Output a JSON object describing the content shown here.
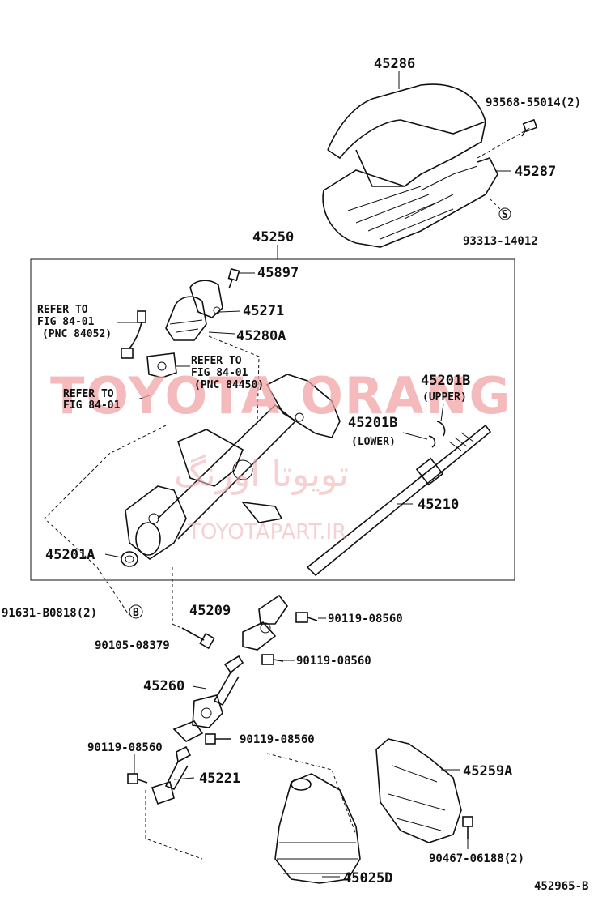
{
  "labels": {
    "p45286": "45286",
    "p93568": "93568-55014(2)",
    "p45287": "45287",
    "p93313": "93313-14012",
    "p45250": "45250",
    "p45897": "45897",
    "p45271": "45271",
    "p45280a": "45280A",
    "p45201b_upper": "45201B",
    "p45201b_upper_note": "(UPPER)",
    "p45201b_lower": "45201B",
    "p45201b_lower_note": "(LOWER)",
    "p45210": "45210",
    "p45201a": "45201A",
    "p91631": "91631-B0818(2)",
    "p45209": "45209",
    "p90119_a": "90119-08560",
    "p90105": "90105-08379",
    "p90119_b": "90119-08560",
    "p45260": "45260",
    "p90119_c": "90119-08560",
    "p90119_d": "90119-08560",
    "p45221": "45221",
    "p45259a": "45259A",
    "p90467": "90467-06188(2)",
    "p45025d": "45025D",
    "figure_code": "452965-B"
  },
  "refs": {
    "ref1_line1": "REFER TO",
    "ref1_line2": "FIG 84-01",
    "ref1_line3": "(PNC 84052)",
    "ref2_line1": "REFER TO",
    "ref2_line2": "FIG 84-01",
    "ref2_line3": "(PNC 84450)",
    "ref3_line1": "REFER TO",
    "ref3_line2": "FIG 84-01"
  },
  "markers": {
    "s_marker": "S",
    "b_marker": "B"
  },
  "watermark": {
    "main": "TOYOTA ORANG",
    "arabic": "تویوتا اورنگ",
    "site": "TOYOTAPART.IR"
  },
  "colors": {
    "watermark": "#f2a3a6",
    "ink": "#111111"
  }
}
